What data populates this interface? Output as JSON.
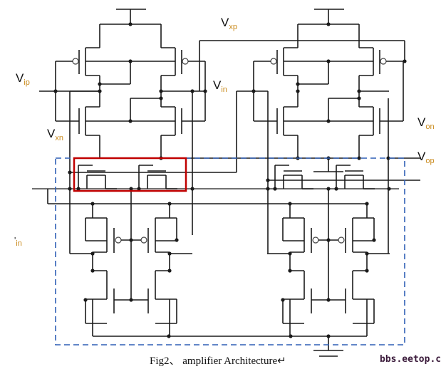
{
  "labels": {
    "vip": {
      "main": "V",
      "sub": "ip"
    },
    "vin": {
      "main": "V",
      "sub": "in"
    },
    "vxp": {
      "main": "V",
      "sub": "xp"
    },
    "vxn": {
      "main": "V",
      "sub": "xn"
    },
    "von": {
      "main": "V",
      "sub": "on"
    },
    "vop": {
      "main": "V",
      "sub": "op"
    },
    "fin": {
      "main": "ʹ",
      "sub": "in"
    }
  },
  "caption": "Fig2、 amplifier Architecture↵",
  "watermark": "bbs.eetop.cn",
  "colors": {
    "wire": "#1a1a1a",
    "highlight_box": "#c00000",
    "dashed_box": "#2f5fb5"
  }
}
